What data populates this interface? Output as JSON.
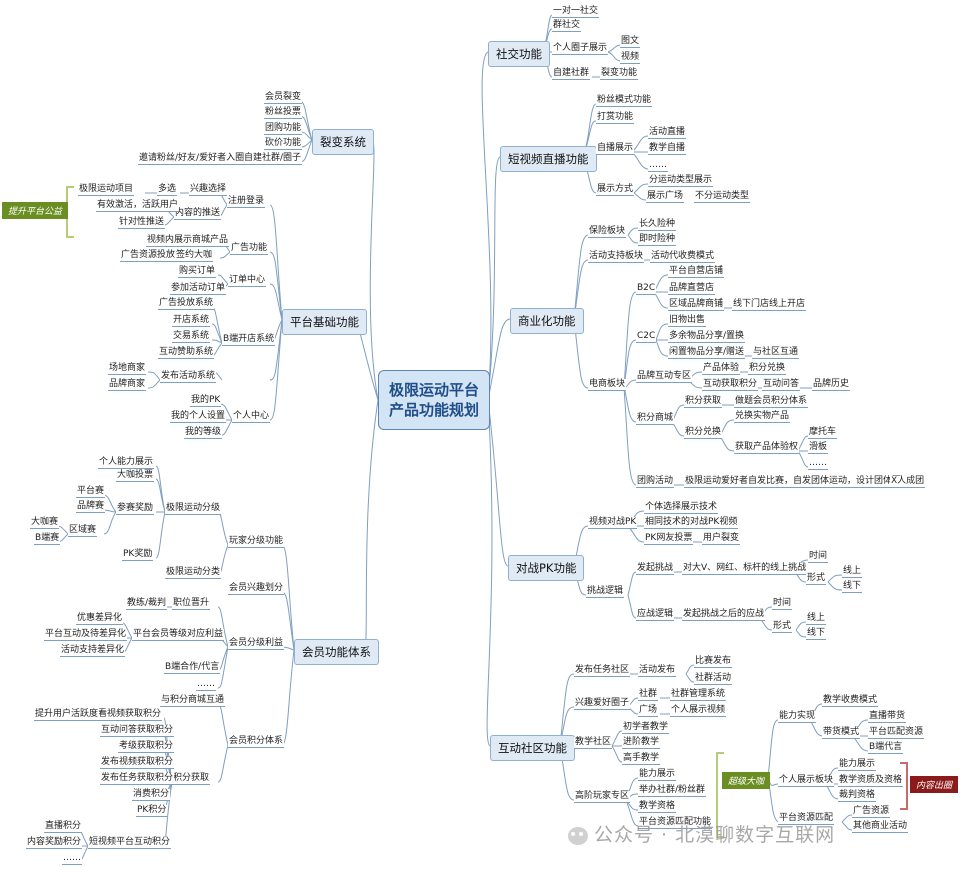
{
  "root": {
    "line1": "极限运动平台",
    "line2": "产品功能规划"
  },
  "branches": {
    "social": "社交功能",
    "video": "短视频直播功能",
    "commerce": "商业化功能",
    "pk": "对战PK功能",
    "community": "互动社区功能",
    "fission": "裂变系统",
    "platform": "平台基础功能",
    "member": "会员功能体系"
  },
  "social": {
    "one_on_one": "一对一社交",
    "group": "群社交",
    "personal_show": "个人圈子展示",
    "text": "图文",
    "video": "视频",
    "self_group": "自建社群",
    "fission_func": "裂变功能"
  },
  "video": {
    "fans_mode": "粉丝模式功能",
    "reward": "打赏功能",
    "self_live": "自播展示",
    "event_live": "活动直播",
    "teach_live": "教学自播",
    "dots": "……",
    "display_mode": "展示方式",
    "by_type": "分运动类型展示",
    "plaza": "展示广场",
    "not_by_type": "不分运动类型"
  },
  "commerce": {
    "insurance": "保险板块",
    "long_term": "长久险种",
    "instant": "即时险种",
    "event_support": "活动支持板块",
    "event_fee": "活动代收费模式",
    "b2c": "B2C",
    "self_store": "平台自营店铺",
    "brand_store": "品牌直营店",
    "regional": "区域品牌商铺",
    "offline_store": "线下门店线上开店",
    "c2c": "C2C",
    "old_goods": "旧物出售",
    "surplus": "多余物品分享/置换",
    "idle": "闲置物品分享/赠送",
    "local": "与社区互通",
    "ecommerce": "电商板块",
    "brand_zone": "品牌互动专区",
    "experience": "产品体验",
    "points_exchange": "积分兑换",
    "earn_points": "互动获取积分",
    "qa": "互动问答",
    "brand_history": "品牌历史",
    "points_mall": "积分商城",
    "points_get": "积分获取",
    "points_note": "做题会员积分体系",
    "redeem": "积分兑换",
    "redeem_goods": "兑换实物产品",
    "right_use": "获取产品体验权",
    "motorbike": "摩托车",
    "skateboard": "滑板",
    "dots": "……",
    "team": "团购活动",
    "team_desc": "极限运动爱好者自发比赛，自发团体运动，设计团体票",
    "group_buy": "X人成团"
  },
  "pk": {
    "video_pk": "视频对战PK",
    "personal_tech": "个体选择展示技术",
    "same_tech": "相同技术的对战PK视频",
    "fans_vote": "PK网友投票",
    "user_fission": "用户裂变",
    "challenge_logic": "挑战逻辑",
    "launch": "发起挑战",
    "target": "对大V、网红、标杆的线上挑战",
    "time": "时间",
    "form": "形式",
    "online": "线上",
    "offline": "线下",
    "reply_logic": "应战逻辑",
    "reply_target": "发起挑战之后的应战",
    "time2": "时间",
    "form2": "形式",
    "online2": "线上",
    "offline2": "线下"
  },
  "community": {
    "task_zone": "发布任务社区",
    "event_pub": "活动发布",
    "match_pub": "比赛发布",
    "group_event": "社群活动",
    "interest": "兴趣爱好圈子",
    "club": "社群",
    "club_mgmt": "社群管理系统",
    "square": "广场",
    "personal_video": "个人展示视频",
    "teaching": "教学社区",
    "beginner": "初学者教学",
    "advanced": "进阶教学",
    "expert": "高手教学",
    "master_zone": "高阶玩家专区",
    "ability": "能力展示",
    "match_host": "举办社群/粉丝群",
    "teach_qual": "教学资格",
    "resource_match": "平台资源匹配功能",
    "ability_realize": "能力实现",
    "course_mode": "教学收费模式",
    "live_teach": "直播带货",
    "paid_mode": "带货模式",
    "platform_match": "平台匹配资源",
    "b_agent": "B端代言",
    "personal_zone": "个人展示板块",
    "ability_show": "能力展示",
    "teach_resource": "教学资质及资格",
    "event_qual": "裁判资格",
    "platform_resource": "平台资源匹配",
    "ad_resource": "广告资源",
    "other_match": "其他商业活动",
    "tag_green": "超级大咖",
    "tag_red": "内容出圈"
  },
  "fission": {
    "member_fission": "会员裂变",
    "fans_vote": "粉丝投票",
    "group_buy": "团购功能",
    "bargain": "砍价功能",
    "invite": "邀请粉丝/好友/爱好者入圈",
    "self_group": "自建社群/圈子"
  },
  "platform": {
    "register": "注册登录",
    "interest_pick": "兴趣选择",
    "sports_list": "极限运动项目",
    "multi_choice": "多选",
    "content_push": "内容的推送",
    "effective": "有效激活，活跃用户",
    "targeted": "针对性推送",
    "tag_green": "提升平台公益",
    "ad": "广告功能",
    "video_ad": "视频内展示商城产品",
    "ad_area": "广告资源投放",
    "sign_ad": "签约大咖",
    "order": "订单中心",
    "buy_order": "购买订单",
    "event_order": "参加活动订单",
    "b_store": "B端开店系统",
    "ad_system": "广告投放系统",
    "open_store": "开店系统",
    "trade": "交易系统",
    "interaction": "互动赞助系统",
    "pub_event": "发布活动系统",
    "venue": "场地商家",
    "brand": "品牌商家",
    "personal": "个人中心",
    "my_pk": "我的PK",
    "my_settings": "我的个人设置",
    "my_level": "我的等级"
  },
  "member": {
    "level_rule": "玩家分级功能",
    "sports_level": "极限运动分级",
    "ability_show": "个人能力展示",
    "coach_vote": "大咖投票",
    "match_reward": "参赛奖励",
    "platform_match": "平台赛",
    "brand_match": "品牌赛",
    "area_match": "区域赛",
    "big_match": "大咖赛",
    "b_match": "B端赛",
    "pk_reward": "PK奖励",
    "sports_classify": "极限运动分类",
    "interest_level": "会员兴趣划分",
    "benefit": "会员分级利益",
    "coach_ref": "教练/裁判",
    "rank_up": "职位晋升",
    "discount": "优惠差异化",
    "diff_benefit": "平台互动及待差异化",
    "platform_level": "平台会员等级对应利益",
    "event_diff": "活动支持差异化",
    "b_coop": "B端合作/代言",
    "dots": "……",
    "points": "会员积分体系",
    "points_mall": "与积分商城互通",
    "activity": "提升用户活跃度",
    "watch_video": "看视频获取积分",
    "qa_points": "互动问答获取积分",
    "exam_points": "考级获取积分",
    "post_video": "发布视频获取积分",
    "task_points": "发布任务获取积分",
    "consume": "消费积分",
    "pk_points": "PK积分",
    "points_get": "积分获取",
    "live_points": "直播积分",
    "content_points": "内容奖励积分",
    "dots2": "……",
    "short_video": "短视频平台互动积分"
  },
  "watermark": "公众号 · 北漠聊数字互联网"
}
